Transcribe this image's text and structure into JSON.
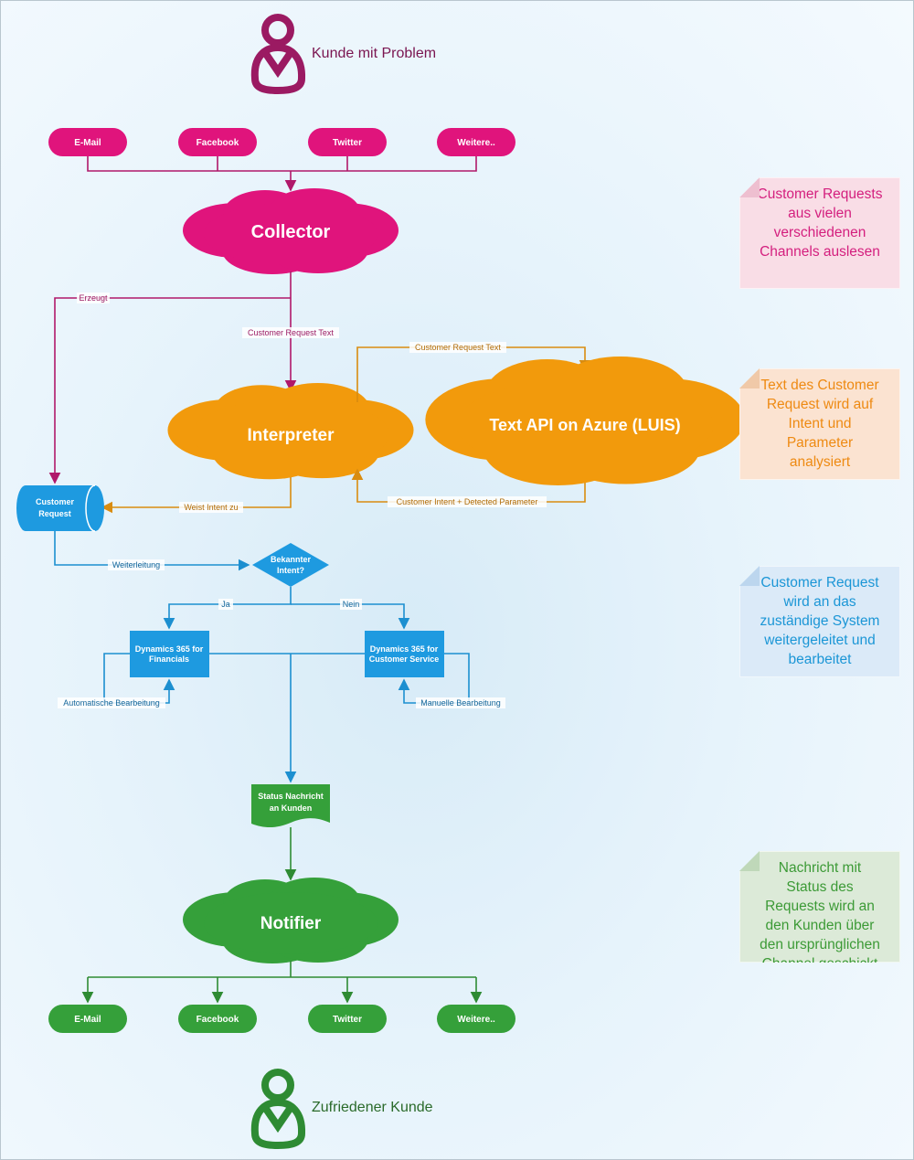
{
  "colors": {
    "magenta": "#e0147c",
    "magenta_line": "#b0186a",
    "magenta_dark": "#9b1a62",
    "orange": "#f29a0c",
    "orange_line": "#d98c10",
    "blue": "#1e9ae0",
    "blue_line": "#1c8fd0",
    "green": "#35a03a",
    "green_line": "#2e8b33"
  },
  "top_person": {
    "label": "Kunde mit Problem"
  },
  "input_channels": [
    {
      "label": "E-Mail"
    },
    {
      "label": "Facebook"
    },
    {
      "label": "Twitter"
    },
    {
      "label": "Weitere.."
    }
  ],
  "collector": {
    "label": "Collector"
  },
  "interpreter": {
    "label": "Interpreter"
  },
  "luis": {
    "label": "Text API on Azure (LUIS)"
  },
  "customer_request": {
    "label_line1": "Customer",
    "label_line2": "Request"
  },
  "decision": {
    "label_line1": "Bekannter",
    "label_line2": "Intent?"
  },
  "financials": {
    "label_line1": "Dynamics 365 for",
    "label_line2": "Financials"
  },
  "customer_service": {
    "label_line1": "Dynamics 365 for",
    "label_line2": "Customer Service"
  },
  "status_doc": {
    "label_line1": "Status Nachricht",
    "label_line2": "an Kunden"
  },
  "notifier": {
    "label": "Notifier"
  },
  "output_channels": [
    {
      "label": "E-Mail"
    },
    {
      "label": "Facebook"
    },
    {
      "label": "Twitter"
    },
    {
      "label": "Weitere.."
    }
  ],
  "bottom_person": {
    "label": "Zufriedener Kunde"
  },
  "edge_labels": {
    "erzeugt": "Erzeugt",
    "customer_request_text_1": "Customer Request Text",
    "customer_request_text_2": "Customer Request Text",
    "customer_intent": "Customer Intent + Detected Parameter",
    "weist_intent_zu": "Weist Intent zu",
    "weiterleitung": "Weiterleitung",
    "ja": "Ja",
    "nein": "Nein",
    "automatische": "Automatische Bearbeitung",
    "manuelle": "Manuelle Bearbeitung"
  },
  "notes": [
    {
      "text": "Customer Requests\naus vielen\nverschiedenen\nChannels auslesen",
      "color": "#d41f7e",
      "bg": "#f9dde6",
      "fold": "#eebfd0"
    },
    {
      "text": "Text des Customer\nRequest wird auf\nIntent und\nParameter\nanalysiert",
      "color": "#ee8a12",
      "bg": "#fbe3d1",
      "fold": "#f0c9a8"
    },
    {
      "text": "Customer Request\nwird an das\nzuständige System\nweitergeleitet und\nbearbeitet",
      "color": "#1b96d6",
      "bg": "#dbeaf8",
      "fold": "#bcd6ee"
    },
    {
      "text": "Nachricht mit\nStatus des\nRequests wird an\nden Kunden über\nden ursprünglichen\nChannel geschickt",
      "color": "#3c9a36",
      "bg": "#dcead8",
      "fold": "#bfd8b9"
    }
  ]
}
